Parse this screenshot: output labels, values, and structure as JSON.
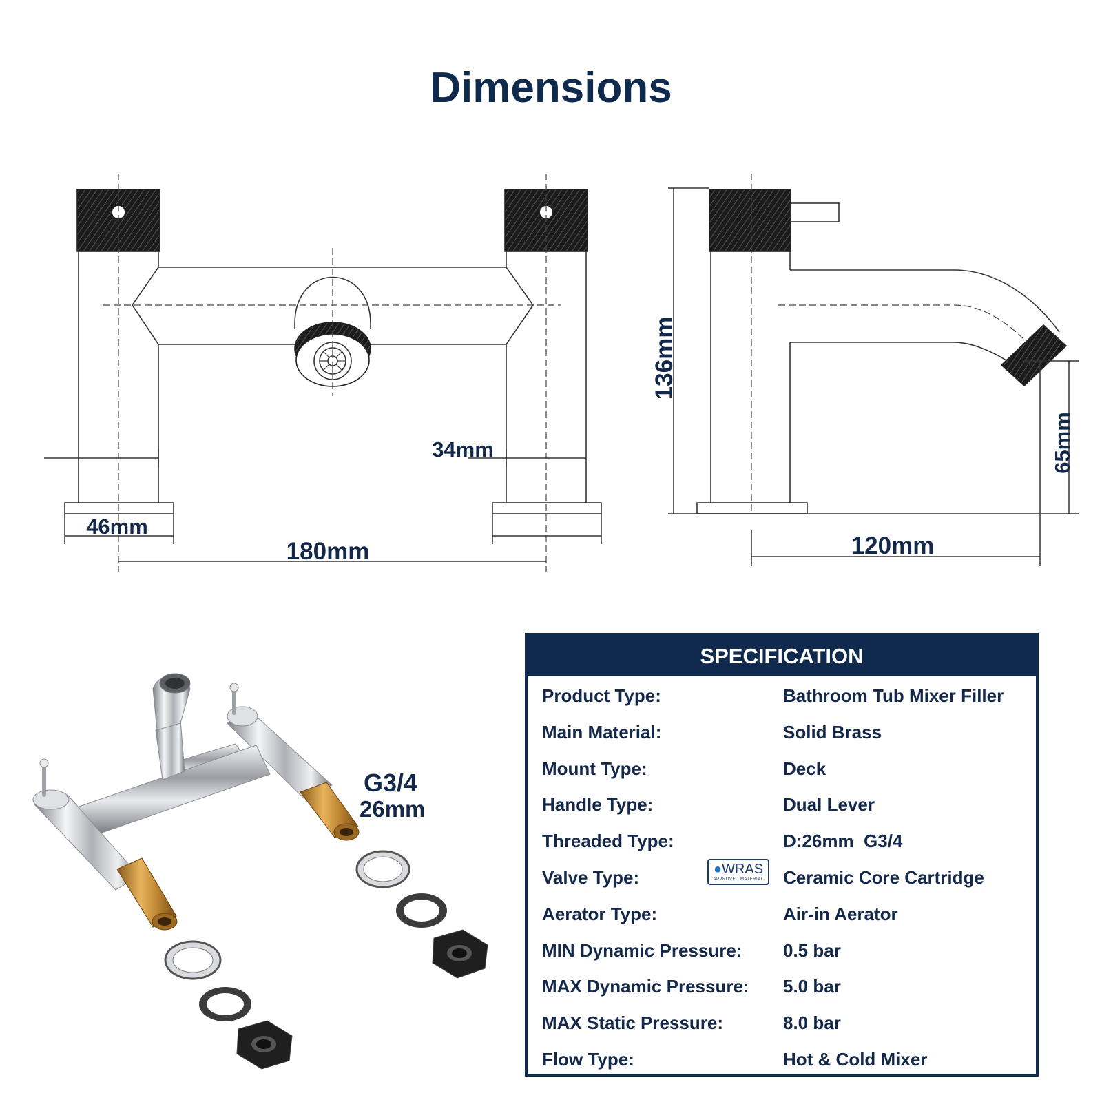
{
  "title": "Dimensions",
  "dimensions": {
    "d180": "180mm",
    "d46": "46mm",
    "d34": "34mm",
    "d136": "136mm",
    "d120": "120mm",
    "d65": "65mm"
  },
  "photo": {
    "thread_spec": "G3/4",
    "thread_diameter": "26mm"
  },
  "specification": {
    "heading": "SPECIFICATION",
    "badge": "WRAS",
    "badge_sub": "APPROVED MATERIAL",
    "rows": [
      {
        "label": "Product Type:",
        "value": "Bathroom Tub Mixer Filler"
      },
      {
        "label": "Main Material:",
        "value": "Solid Brass"
      },
      {
        "label": "Mount Type:",
        "value": "Deck"
      },
      {
        "label": "Handle Type:",
        "value": "Dual Lever"
      },
      {
        "label": "Threaded Type:",
        "value": "D:26mm  G3/4"
      },
      {
        "label": "Valve Type:",
        "value": "Ceramic Core Cartridge"
      },
      {
        "label": "Aerator Type:",
        "value": "Air-in Aerator"
      },
      {
        "label": "MIN Dynamic Pressure:",
        "value": "0.5 bar"
      },
      {
        "label": "MAX Dynamic Pressure:",
        "value": "5.0 bar"
      },
      {
        "label": "MAX Static Pressure:",
        "value": "8.0 bar"
      },
      {
        "label": "Flow Type:",
        "value": "Hot & Cold Mixer"
      }
    ]
  },
  "colors": {
    "navy": "#102a4d",
    "text": "#14294a",
    "chrome": "#c9ccd1",
    "brass": "#c9963c",
    "black": "#1b1b1b"
  }
}
